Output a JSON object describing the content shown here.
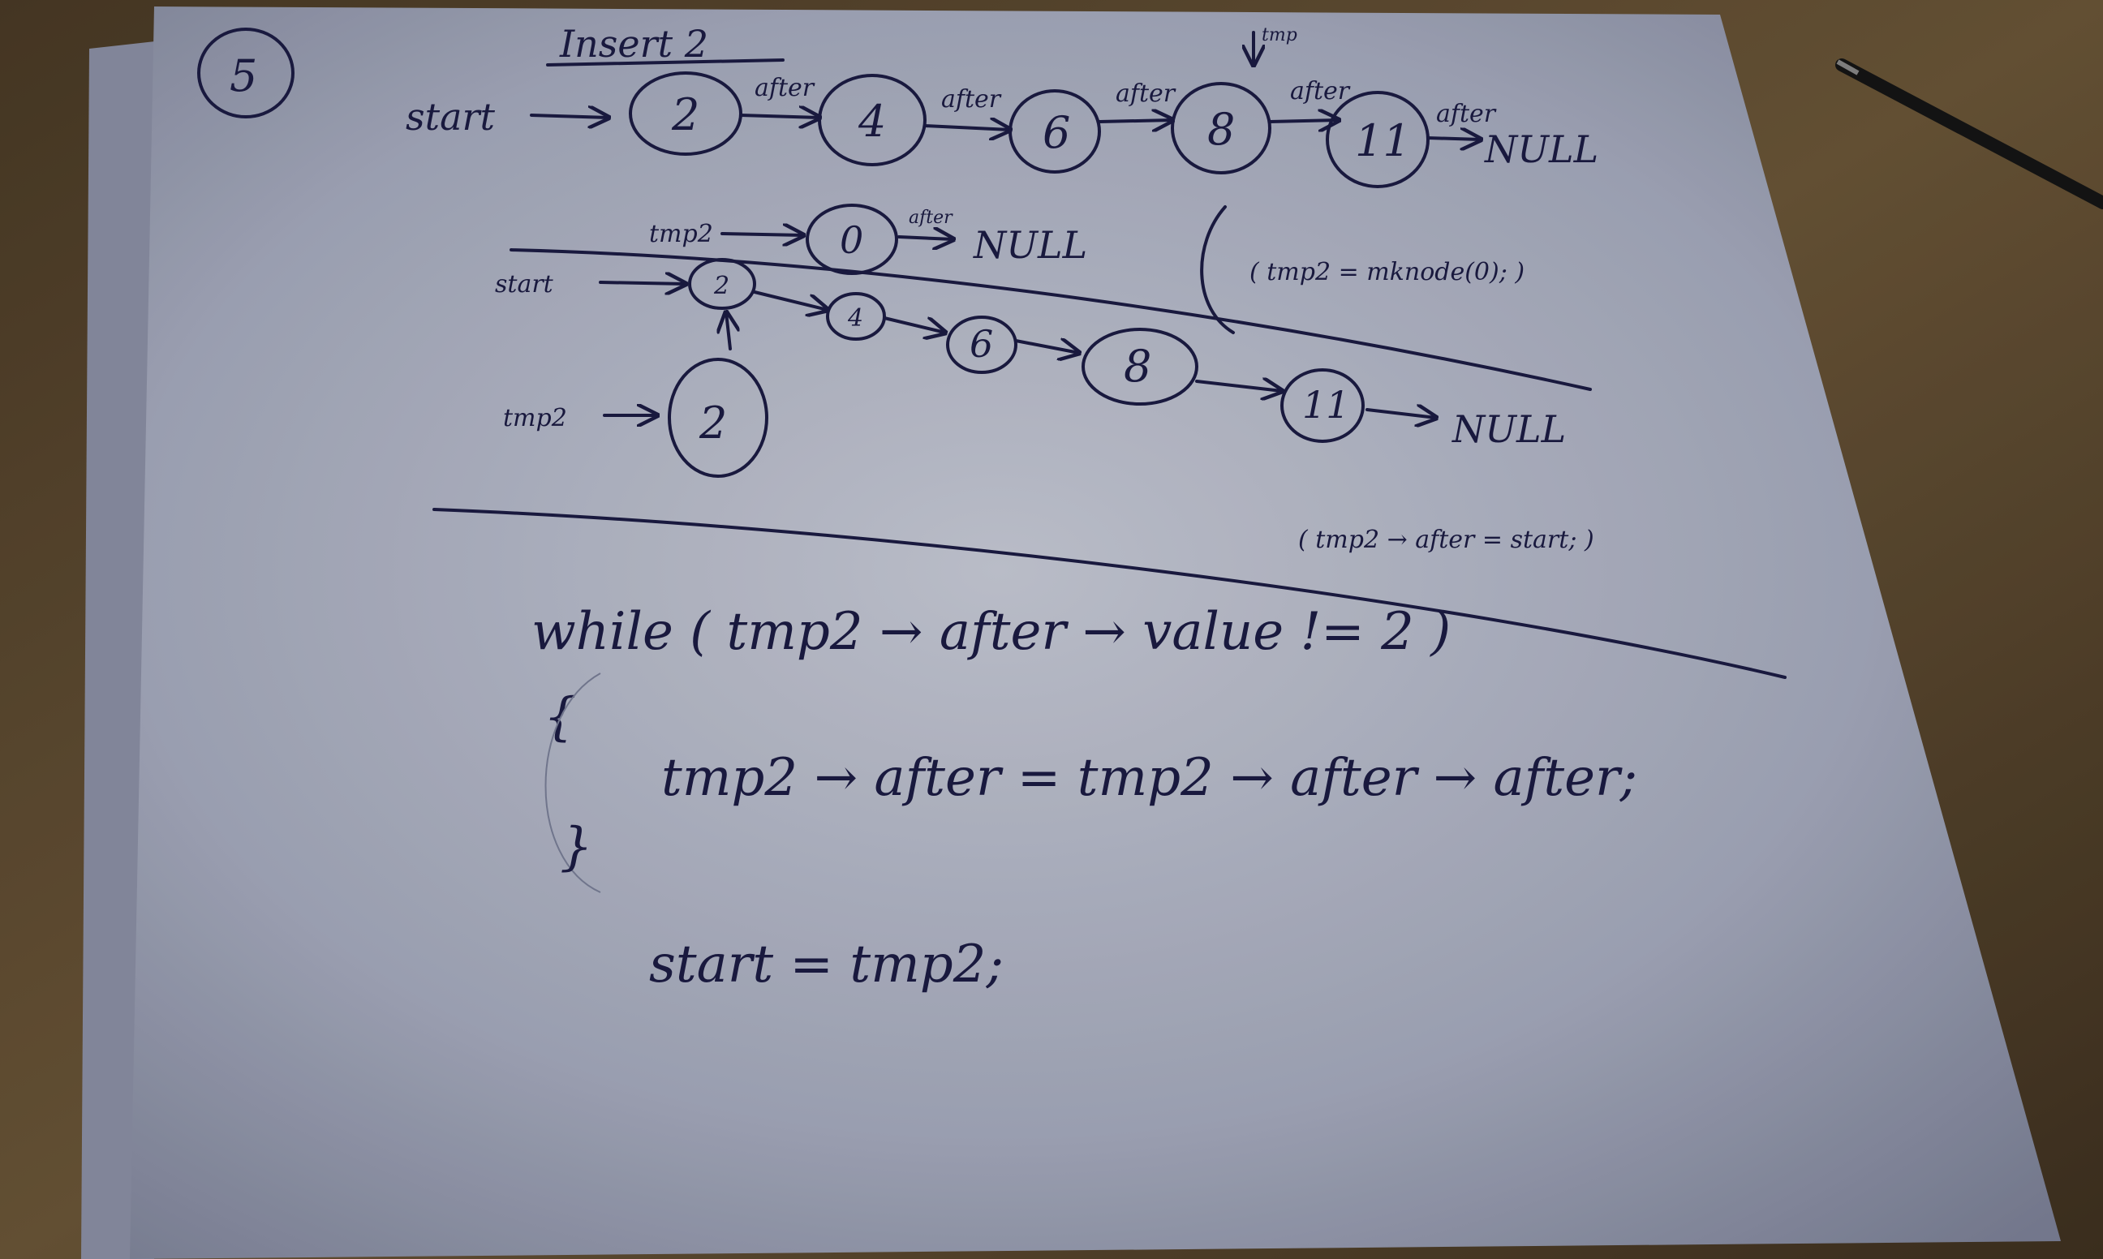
{
  "problem_number": "5",
  "heading": "Insert 2",
  "diagram1": {
    "start_label": "start",
    "nodes": [
      "2",
      "4",
      "6",
      "8",
      "11"
    ],
    "link_label": "after",
    "end_label": "NULL",
    "marker_label": "tmp"
  },
  "diagram2": {
    "tmp2_label": "tmp2",
    "new_node": "0",
    "end_label": "NULL",
    "start_label": "start",
    "nodes": [
      "2",
      "4",
      "6",
      "8",
      "11"
    ],
    "link_label": "after",
    "note": "( tmp2 = mknode(0); )"
  },
  "diagram3": {
    "tmp2_label": "tmp2",
    "new_node": "2",
    "note": "( tmp2 → after = start; )"
  },
  "code": {
    "line1": "while ( tmp2 → after → value != 2 )",
    "line2": "{",
    "line3": "tmp2 → after = tmp2 → after → after;",
    "line4": "}",
    "line5": "start = tmp2;"
  }
}
